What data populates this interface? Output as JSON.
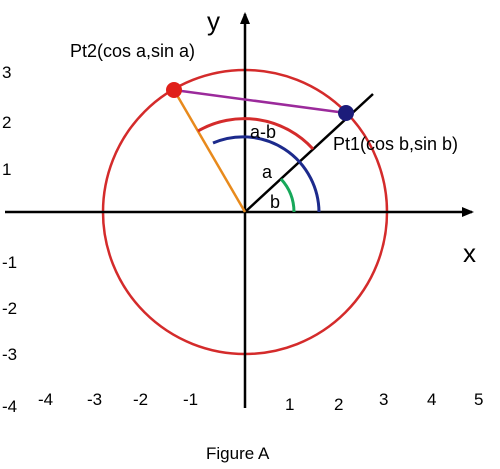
{
  "figure": {
    "caption": "Figure A",
    "x_axis_label": "x",
    "y_axis_label": "y",
    "x_ticks": [
      "-4",
      "-3",
      "-2",
      "-1",
      "1",
      "2",
      "3",
      "4",
      "5"
    ],
    "y_ticks": [
      "3",
      "2",
      "1",
      "-1",
      "-2",
      "-3",
      "-4"
    ],
    "points": {
      "pt1_label": "Pt1(cos b,sin b)",
      "pt2_label": "Pt2(cos a,sin a)"
    },
    "angle_labels": {
      "a": "a",
      "b": "b",
      "a_minus_b": "a-b"
    }
  },
  "colors": {
    "circle": "#d42b2b",
    "axes": "#000000",
    "pt1_ray": "#000000",
    "pt2_ray": "#e88a1c",
    "chord": "#9b2a9b",
    "arc_a": "#1c2a8c",
    "arc_b": "#17a85a",
    "arc_ab": "#d42b2b",
    "pt1_fill": "#1c1c7a",
    "pt2_fill": "#e0201a"
  }
}
